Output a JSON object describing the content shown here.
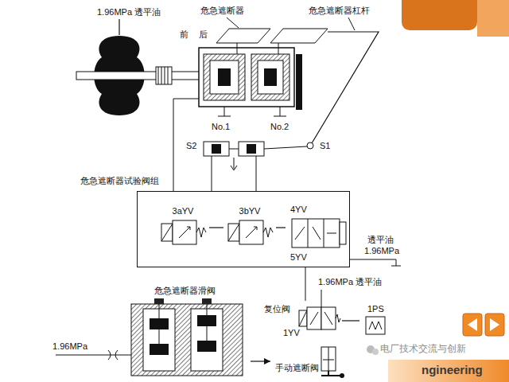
{
  "diagram": {
    "nodes": [
      {
        "text": [
          "危急遮断器试验阀组"
        ]
      },
      {
        "text": [
          "3aYV"
        ],
        "in": 0
      },
      {
        "text": [
          "3bYV"
        ],
        "in": 0
      },
      {
        "text": [
          "4YV",
          "5YV"
        ],
        "in": 0
      },
      {
        "text": [
          "危急遮断器滑阀"
        ]
      },
      {
        "text": [
          "复位阀",
          "1YV"
        ]
      },
      {
        "text": [
          "1PS"
        ]
      },
      {
        "text": [
          "手动遮断阀"
        ]
      }
    ],
    "edges": [
      {
        "from": 1,
        "to": 2,
        "arrow": "none"
      },
      {
        "from": 2,
        "to": 3,
        "arrow": "none"
      },
      {
        "from": 5,
        "to": 6,
        "arrow": "none"
      },
      {
        "from": 4,
        "to": 7,
        "arrow": "to"
      }
    ],
    "labels": [
      "1.96MPa 透平油",
      "危急遮断器",
      "危急遮断器杠杆",
      "前",
      "后",
      "No.1",
      "No.2",
      "S2",
      "S1",
      "透平油",
      "1.96MPa",
      "1.96MPa 透平油",
      "1.96MPa",
      "电厂技术交流与创新",
      "ngineering"
    ]
  }
}
